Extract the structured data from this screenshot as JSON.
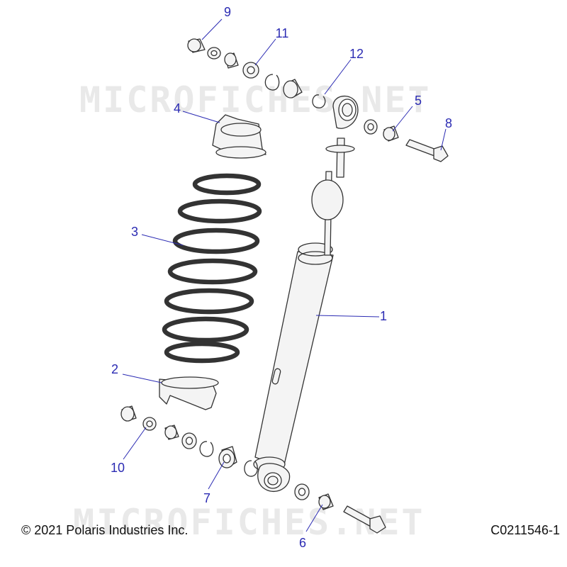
{
  "watermark": "MICROFICHES.NET",
  "callouts": {
    "c1": "1",
    "c2": "2",
    "c3": "3",
    "c4": "4",
    "c5": "5",
    "c6": "6",
    "c7": "7",
    "c8": "8",
    "c9": "9",
    "c10": "10",
    "c11": "11",
    "c12": "12"
  },
  "footer": {
    "copyright": "© 2021 Polaris Industries Inc.",
    "drawing_id": "C0211546-1"
  },
  "colors": {
    "callout": "#2b2bb3",
    "outline": "#333333",
    "part_fill": "#f4f4f4"
  }
}
